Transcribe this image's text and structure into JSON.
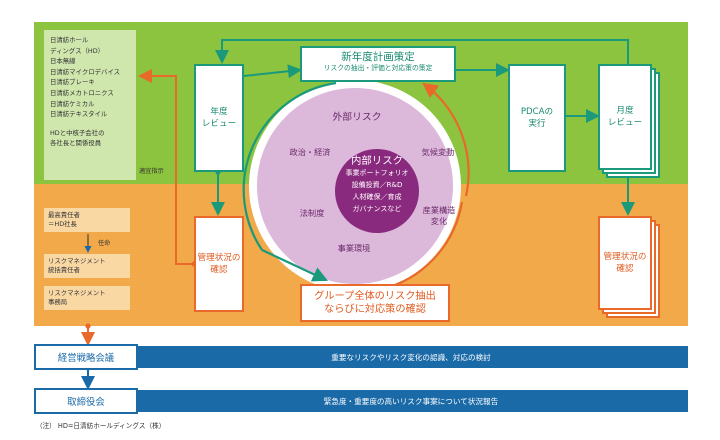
{
  "companies": {
    "lines": [
      "日清紡ホール",
      "ディングス（HD）",
      "日本無線",
      "日清紡マイクロデバイス",
      "日清紡ブレーキ",
      "日清紡メカトロニクス",
      "日清紡ケミカル",
      "日清紡テキスタイル"
    ],
    "subsidiary_lines": [
      "HDと中核子会社の",
      "各社長と関係役員"
    ]
  },
  "instruction_label": "適宜指示",
  "roles": {
    "top": [
      "最高責任者",
      "＝HD社長"
    ],
    "appoint": "任命",
    "middle": [
      "リスクマネジメント",
      "統括責任者"
    ],
    "bottom": [
      "リスクマネジメント",
      "事務局"
    ]
  },
  "boxes": {
    "annual_review": [
      "年度",
      "レビュー"
    ],
    "pdca": [
      "PDCAの",
      "実行"
    ],
    "monthly_review": [
      "月度",
      "レビュー"
    ],
    "mgmt_check_left": [
      "管理状況の",
      "確認"
    ],
    "mgmt_check_right": [
      "管理状況の",
      "確認"
    ]
  },
  "plan": {
    "title": "新年度計画策定",
    "subtitle": "リスクの抽出・評価と対応策の策定"
  },
  "group_check": [
    "グループ全体のリスク抽出",
    "ならびに対応策の確認"
  ],
  "circle": {
    "outer_title": "外部リスク",
    "outer_items": [
      "政治・経済",
      "気候変動",
      "法制度",
      "産業構造",
      "変化",
      "事業環境"
    ],
    "inner_title": "内部リスク",
    "inner_items": [
      "事業ポートフォリオ",
      "設備投資／R&D",
      "人材確保／育成",
      "ガバナンスなど"
    ]
  },
  "colors": {
    "green_band": "#8cc43f",
    "orange_band": "#f1a94a",
    "teal": "#1a9a7b",
    "orange_accent": "#e8692a",
    "purple_outer": "#dcb8da",
    "purple_inner": "#8a2a7e",
    "blue": "#1a6aa8"
  },
  "bars": [
    {
      "label": "経営戦略会議",
      "text": "重要なリスクやリスク変化の認識、対応の検討"
    },
    {
      "label": "取締役会",
      "text": "緊急度・重要度の高いリスク事案について状況報告"
    }
  ],
  "note": "（注） HD=日清紡ホールディングス（株）"
}
